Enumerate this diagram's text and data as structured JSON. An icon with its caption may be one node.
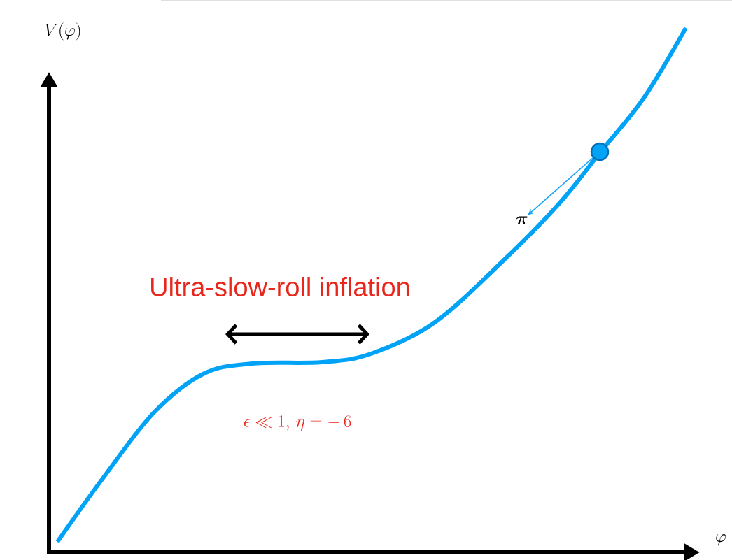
{
  "diagram": {
    "nodes": [
      {
        "text": [],
        "shape": "circle"
      },
      {
        "text": [
          "\\boldsymbol{\\pi}"
        ]
      }
    ],
    "edges": [
      {
        "from": 0,
        "to": 1,
        "arrow": "to",
        "color": "#1aa3f0"
      }
    ],
    "labels": [
      "V(\\varphi)",
      "Ultra-slow-roll inflation",
      "\\epsilon \\ll 1,\\, \\eta = -\\,6",
      "\\varphi"
    ]
  }
}
